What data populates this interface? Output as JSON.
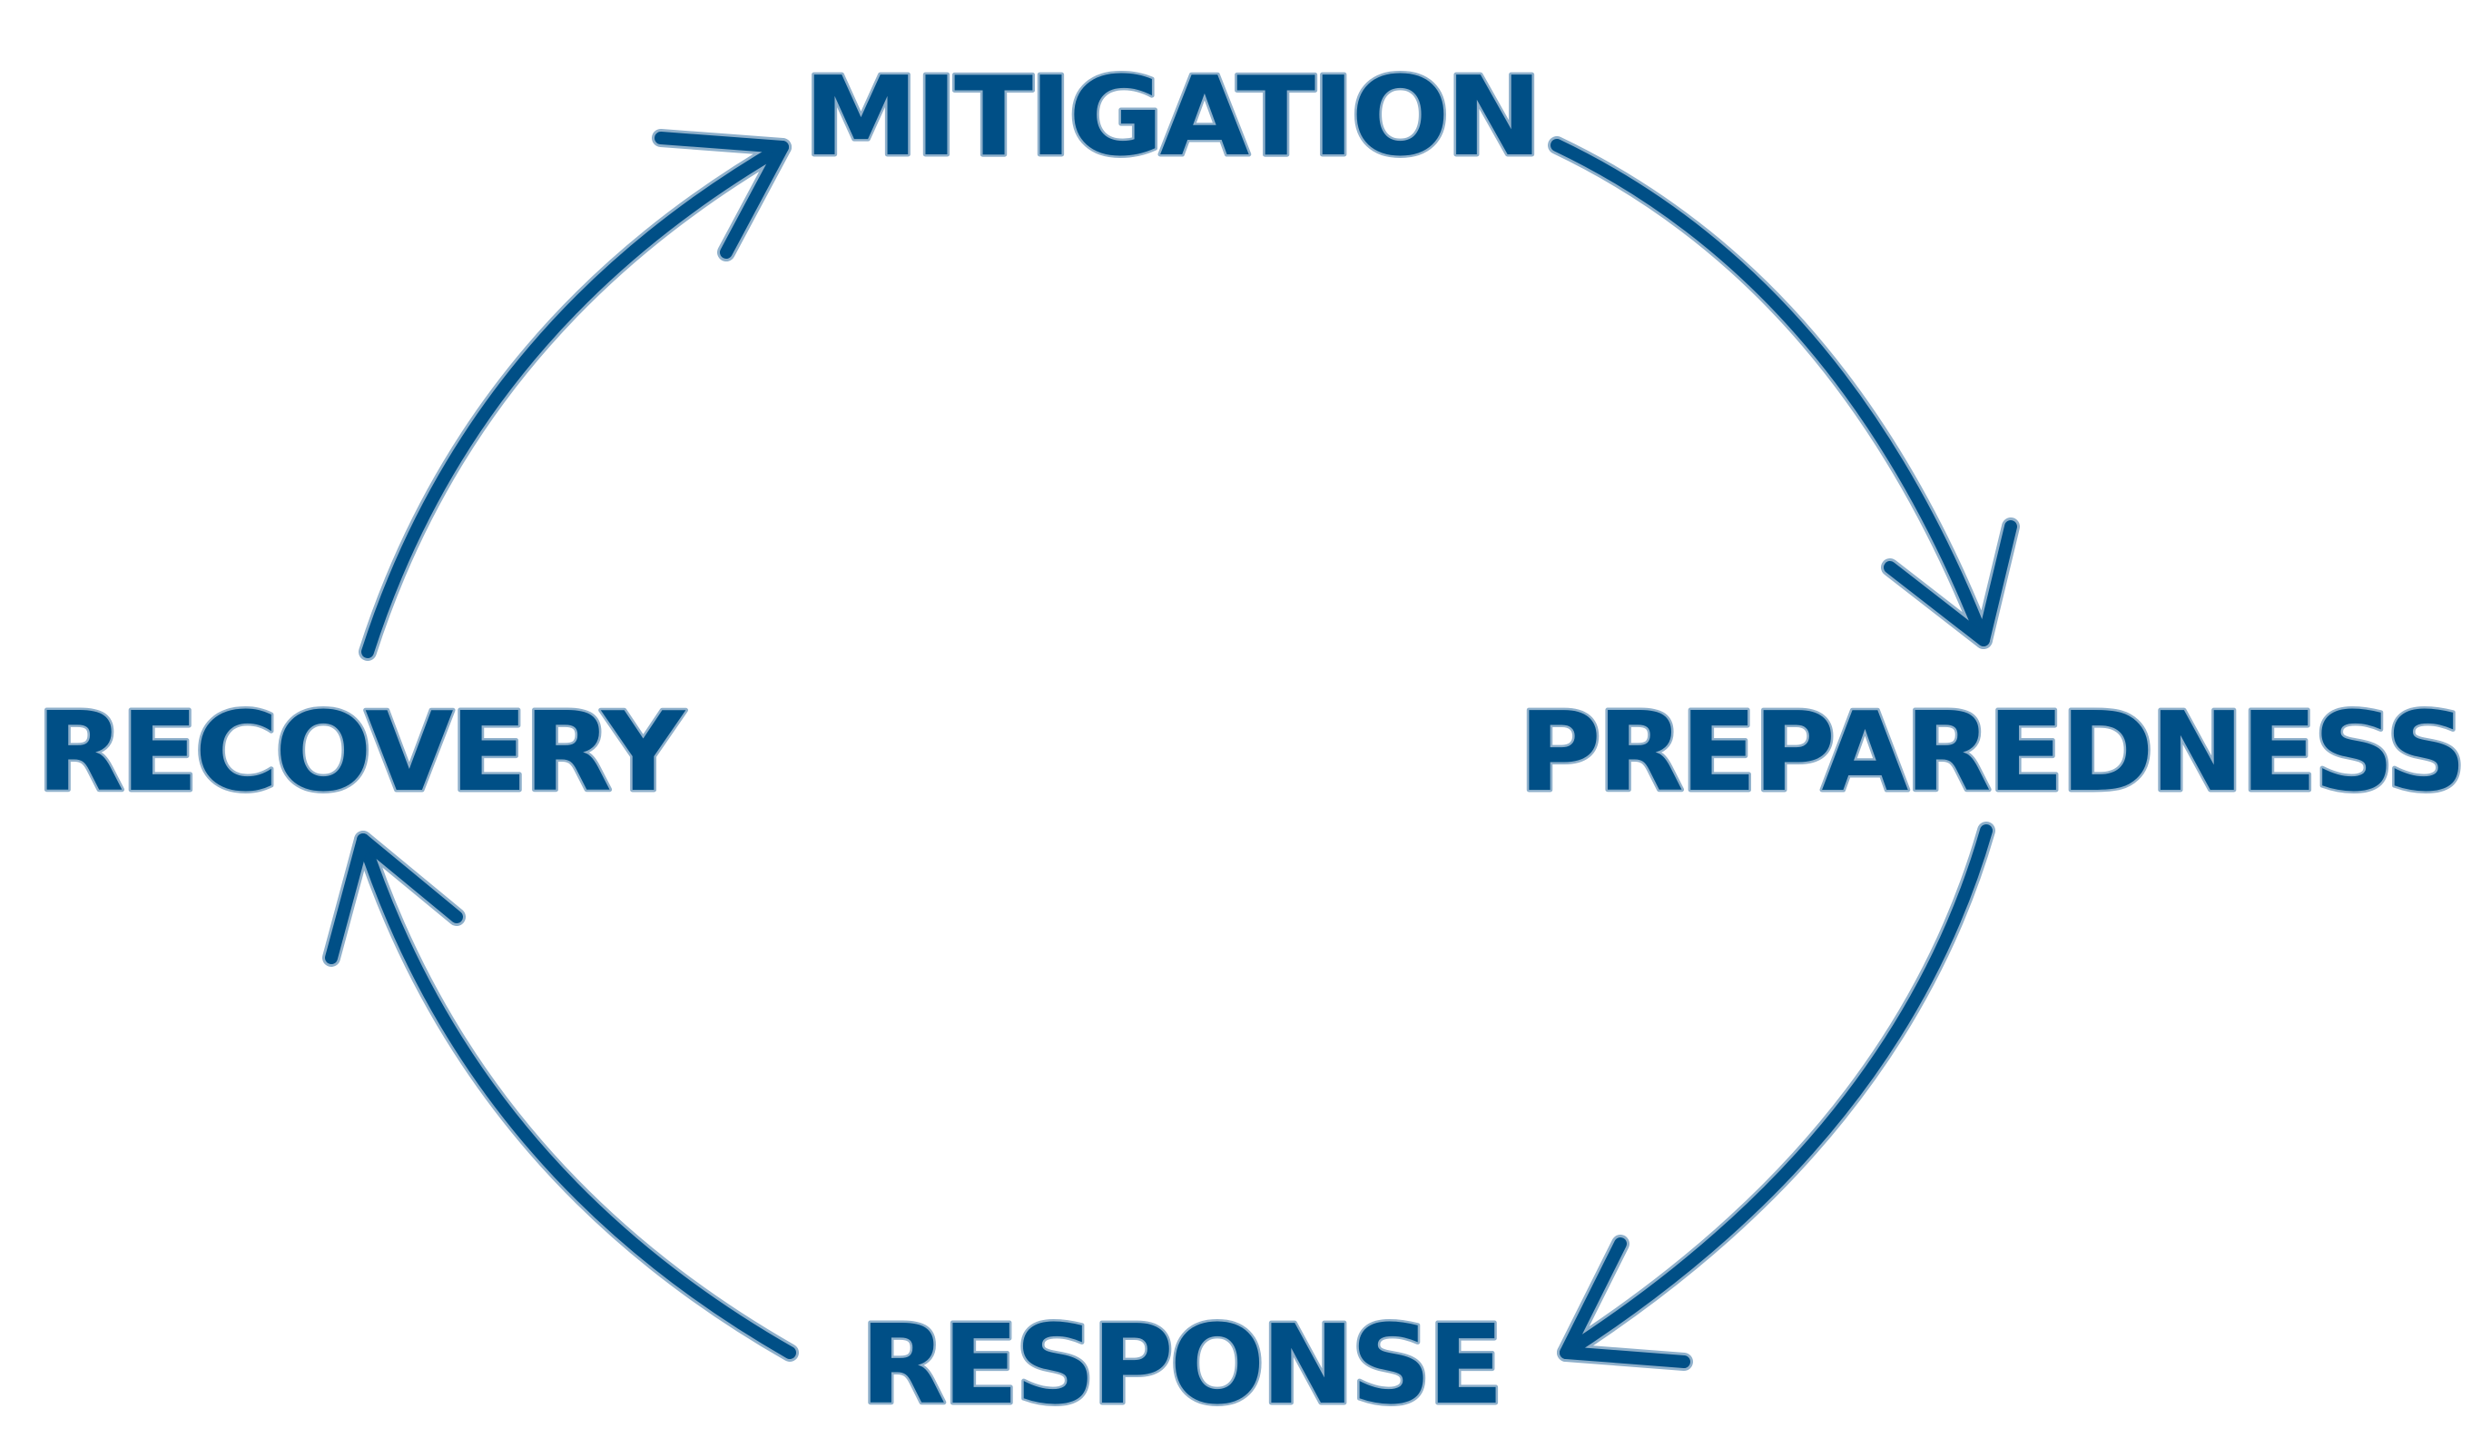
{
  "diagram": {
    "phases": [
      {
        "id": "mitigation",
        "label": "MITIGATION"
      },
      {
        "id": "preparedness",
        "label": "PREPAREDNESS"
      },
      {
        "id": "response",
        "label": "RESPONSE"
      },
      {
        "id": "recovery",
        "label": "RECOVERY"
      }
    ],
    "edges": [
      {
        "from": "mitigation",
        "to": "preparedness"
      },
      {
        "from": "preparedness",
        "to": "response"
      },
      {
        "from": "response",
        "to": "recovery"
      },
      {
        "from": "recovery",
        "to": "mitigation"
      }
    ]
  },
  "colors": {
    "primary": "#004f86",
    "outline": "#8fb0cb",
    "background": "#ffffff"
  }
}
